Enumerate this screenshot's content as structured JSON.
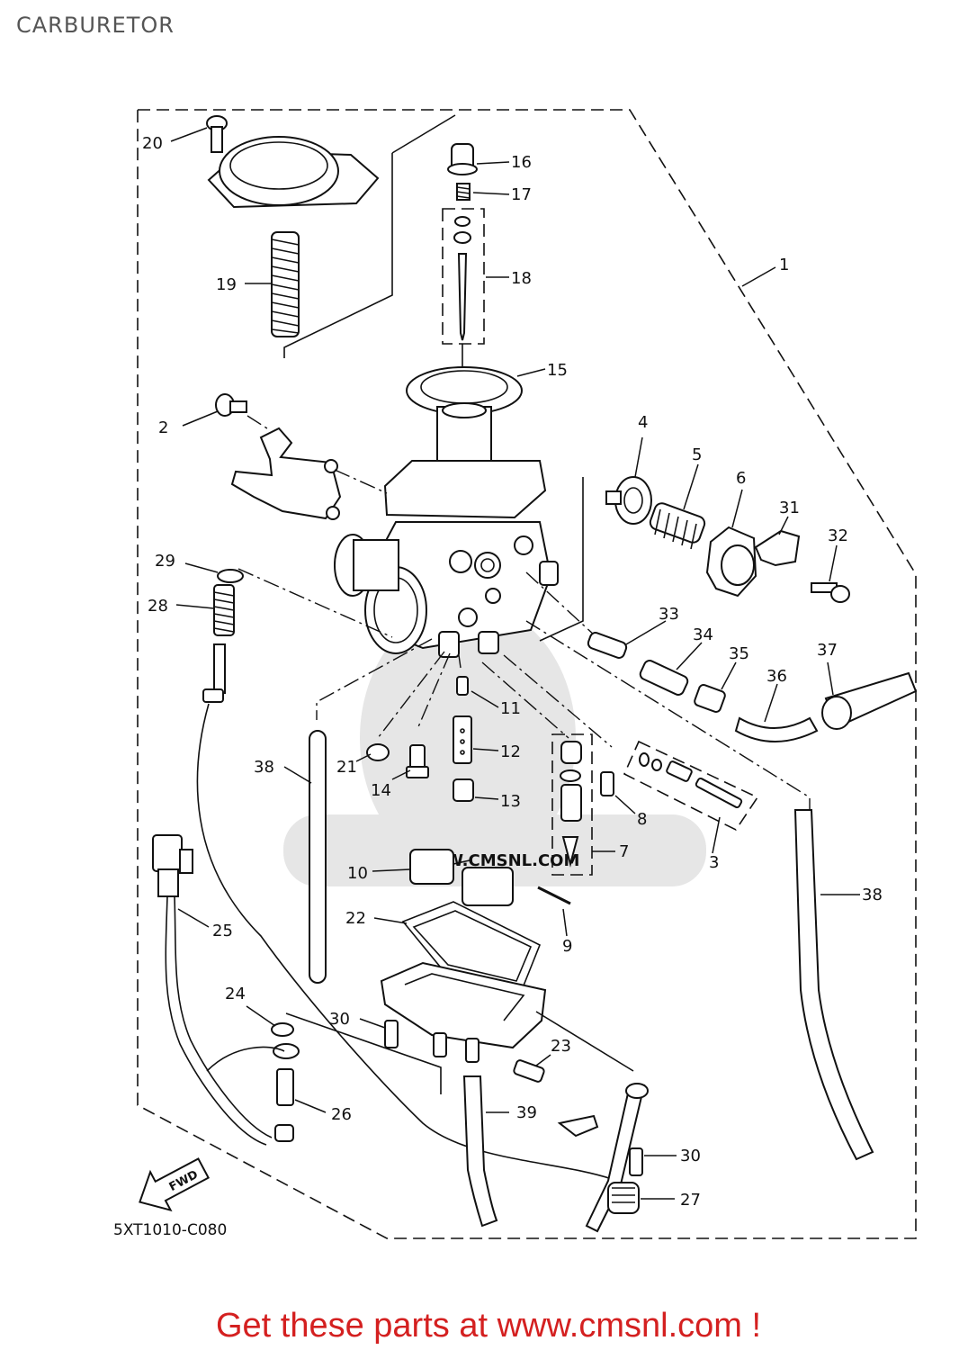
{
  "header": {
    "title": "CARBURETOR"
  },
  "diagram_code": "5XT1010-C080",
  "fwd_label": "FWD",
  "watermark": "WWW.CMSNL.COM",
  "promo": "Get these parts at www.cmsnl.com !",
  "callouts": [
    "1",
    "2",
    "3",
    "4",
    "5",
    "6",
    "7",
    "8",
    "9",
    "10",
    "11",
    "12",
    "13",
    "14",
    "15",
    "16",
    "17",
    "18",
    "19",
    "20",
    "21",
    "22",
    "23",
    "24",
    "25",
    "26",
    "27",
    "28",
    "29",
    "30",
    "30",
    "31",
    "32",
    "33",
    "34",
    "35",
    "36",
    "37",
    "38",
    "38",
    "39"
  ]
}
